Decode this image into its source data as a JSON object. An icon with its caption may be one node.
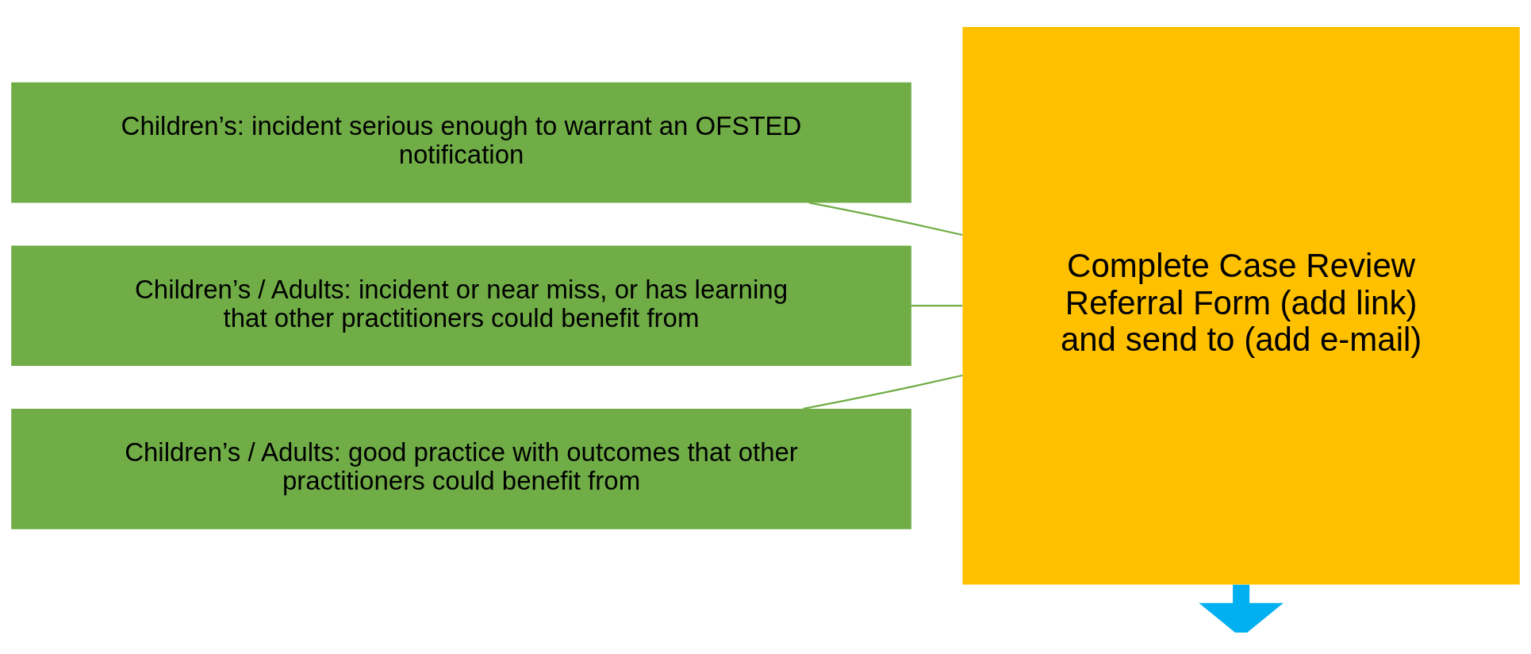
{
  "diagram": {
    "nodes": [
      {
        "text": [
          "Children’s: incident serious enough to warrant an OFSTED notification"
        ]
      },
      {
        "text": [
          "Children’s / Adults: incident or near miss, or has learning that other practitioners could benefit from"
        ]
      },
      {
        "text": [
          "Children’s / Adults: good practice with outcomes that other practitioners could benefit from"
        ]
      },
      {
        "text": [
          "Complete Case Review Referral Form (add link) and send to (add e-mail)"
        ]
      }
    ],
    "edges": [
      {
        "from": 0,
        "to": 3,
        "arrow": "none"
      },
      {
        "from": 1,
        "to": 3,
        "arrow": "none"
      },
      {
        "from": 2,
        "to": 3,
        "arrow": "none"
      },
      {
        "from": 3,
        "to": null,
        "arrow": "to",
        "style": "thick",
        "color": "#00b0f0"
      }
    ]
  }
}
